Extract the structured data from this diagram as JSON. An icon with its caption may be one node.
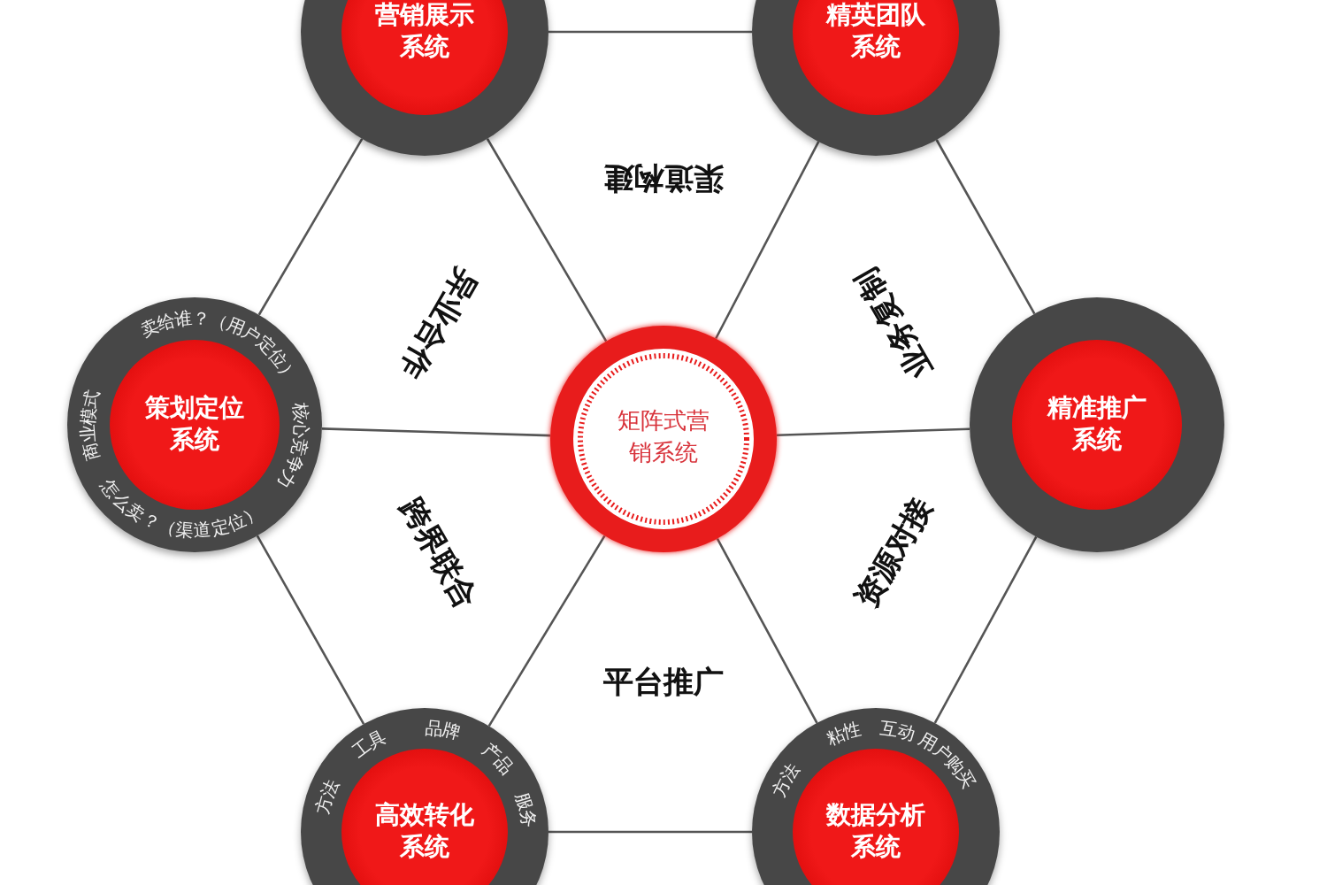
{
  "diagram": {
    "nodes": [
      {
        "text": [
          "营销展示系统"
        ]
      },
      {
        "text": [
          "精英团队系统"
        ]
      },
      {
        "text": [
          "策划定位系统",
          "卖给谁？（用户定位）",
          "核心竞争力",
          "怎么卖？（渠道定位）",
          "商业模式"
        ]
      },
      {
        "text": [
          "矩阵式营销系统"
        ]
      },
      {
        "text": [
          "精准推广系统"
        ]
      },
      {
        "text": [
          "高效转化系统",
          "方法",
          "工具",
          "品牌",
          "产品",
          "服务"
        ]
      },
      {
        "text": [
          "数据分析系统",
          "方法",
          "粘性",
          "互动",
          "用户购买"
        ]
      }
    ],
    "edges": [
      {
        "from": 3,
        "to": 0,
        "arrow": "none"
      },
      {
        "from": 3,
        "to": 1,
        "arrow": "none"
      },
      {
        "from": 3,
        "to": 2,
        "arrow": "none"
      },
      {
        "from": 3,
        "to": 4,
        "arrow": "none"
      },
      {
        "from": 3,
        "to": 5,
        "arrow": "none"
      },
      {
        "from": 3,
        "to": 6,
        "arrow": "none"
      },
      {
        "from": 0,
        "to": 1,
        "arrow": "none"
      },
      {
        "from": 1,
        "to": 4,
        "arrow": "none"
      },
      {
        "from": 4,
        "to": 6,
        "arrow": "none"
      },
      {
        "from": 6,
        "to": 5,
        "arrow": "none"
      },
      {
        "from": 5,
        "to": 2,
        "arrow": "none"
      },
      {
        "from": 2,
        "to": 0,
        "arrow": "none"
      }
    ],
    "labels": [
      "渠道构建",
      "异业合作",
      "业务复制",
      "跨界联合",
      "资源对接",
      "平台推广"
    ]
  }
}
